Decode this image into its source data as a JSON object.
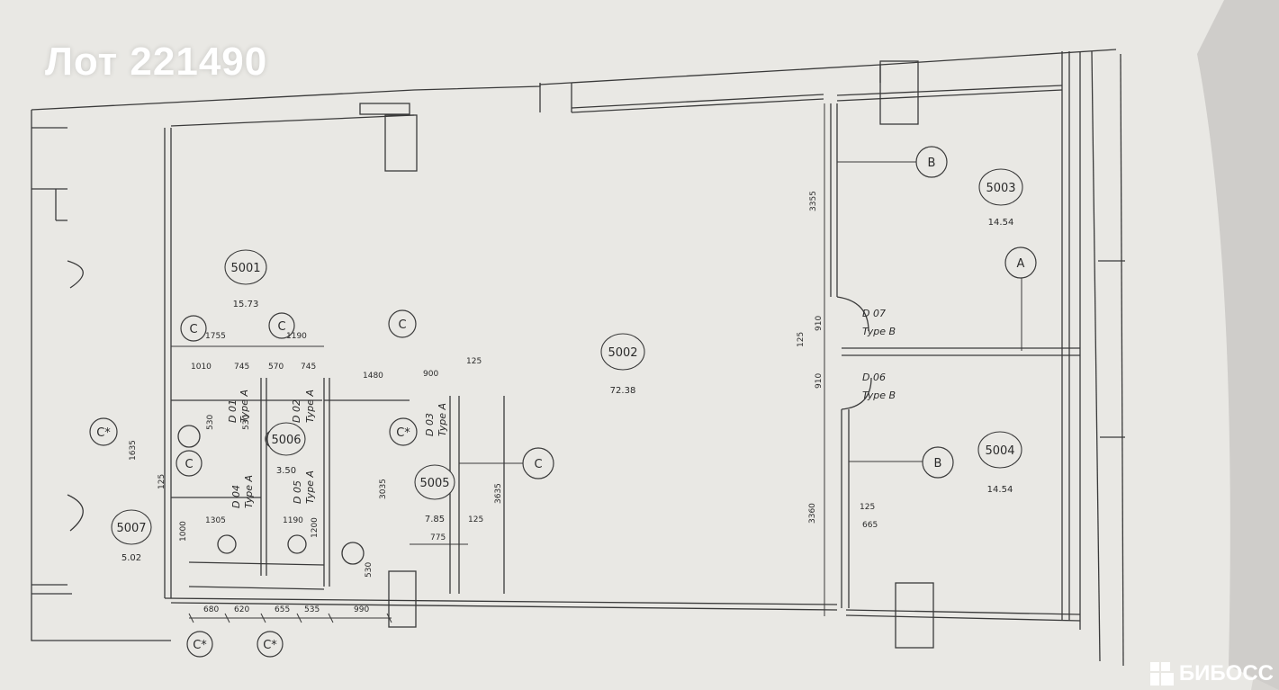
{
  "header": {
    "title": "Лот 221490"
  },
  "brand": {
    "name": "БИБОСС"
  },
  "plan": {
    "rooms": [
      {
        "id": "5001",
        "area": "15.73"
      },
      {
        "id": "5002",
        "area": "72.38"
      },
      {
        "id": "5003",
        "area": "14.54"
      },
      {
        "id": "5004",
        "area": "14.54"
      },
      {
        "id": "5005",
        "area": "7.85"
      },
      {
        "id": "5006",
        "area": "3.50"
      },
      {
        "id": "5007",
        "area": "5.02"
      }
    ],
    "doors": [
      {
        "code": "D 07",
        "type": "Type B"
      },
      {
        "code": "D 06",
        "type": "Type B"
      },
      {
        "code": "D 01",
        "type": "Type A"
      },
      {
        "code": "D 02",
        "type": "Type A"
      },
      {
        "code": "D 03",
        "type": "Type A"
      },
      {
        "code": "D 04",
        "type": "Type A"
      },
      {
        "code": "D 05",
        "type": "Type A"
      }
    ],
    "tags": {
      "A": "A",
      "B": "B",
      "C": "C",
      "Cstar": "C*"
    },
    "dims": {
      "d3355": "3355",
      "d910a": "910",
      "d125a": "125",
      "d910b": "910",
      "d3360": "3360",
      "d125b": "125",
      "d665": "665",
      "d1755": "1755",
      "d1190a": "1190",
      "d1010": "1010",
      "d745a": "745",
      "d570": "570",
      "d745b": "745",
      "d1480": "1480",
      "d900": "900",
      "d125c": "125",
      "d530a": "530",
      "d530b": "530",
      "d1635": "1635",
      "d125d": "125",
      "d1305": "1305",
      "d1190b": "1190",
      "d1000": "1000",
      "d1200": "1200",
      "d3035": "3035",
      "d3635": "3635",
      "d125e": "125",
      "d775": "775",
      "d530c": "530",
      "d680": "680",
      "d620": "620",
      "d655": "655",
      "d535": "535",
      "d990": "990"
    }
  }
}
